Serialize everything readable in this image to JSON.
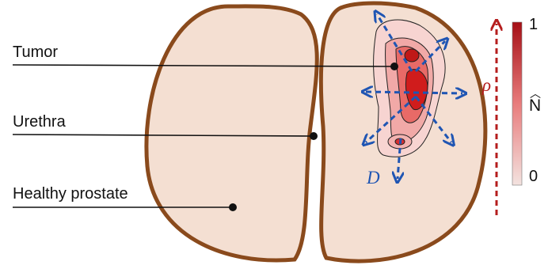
{
  "labels": {
    "tumor": "Tumor",
    "urethra": "Urethra",
    "healthy_prostate": "Healthy prostate"
  },
  "symbols": {
    "diffusion": "D",
    "proliferation": "ρ",
    "colorbar_quantity": "N"
  },
  "colorbar": {
    "max_label": "1",
    "min_label": "0",
    "color_low": "#f3e2df",
    "color_high": "#a50f15"
  },
  "colors": {
    "prostate_fill": "#f4dfd2",
    "prostate_outline": "#8a4a1c",
    "diffusion_arrows": "#1f55b3",
    "proliferation_arrow": "#b51d1d"
  }
}
